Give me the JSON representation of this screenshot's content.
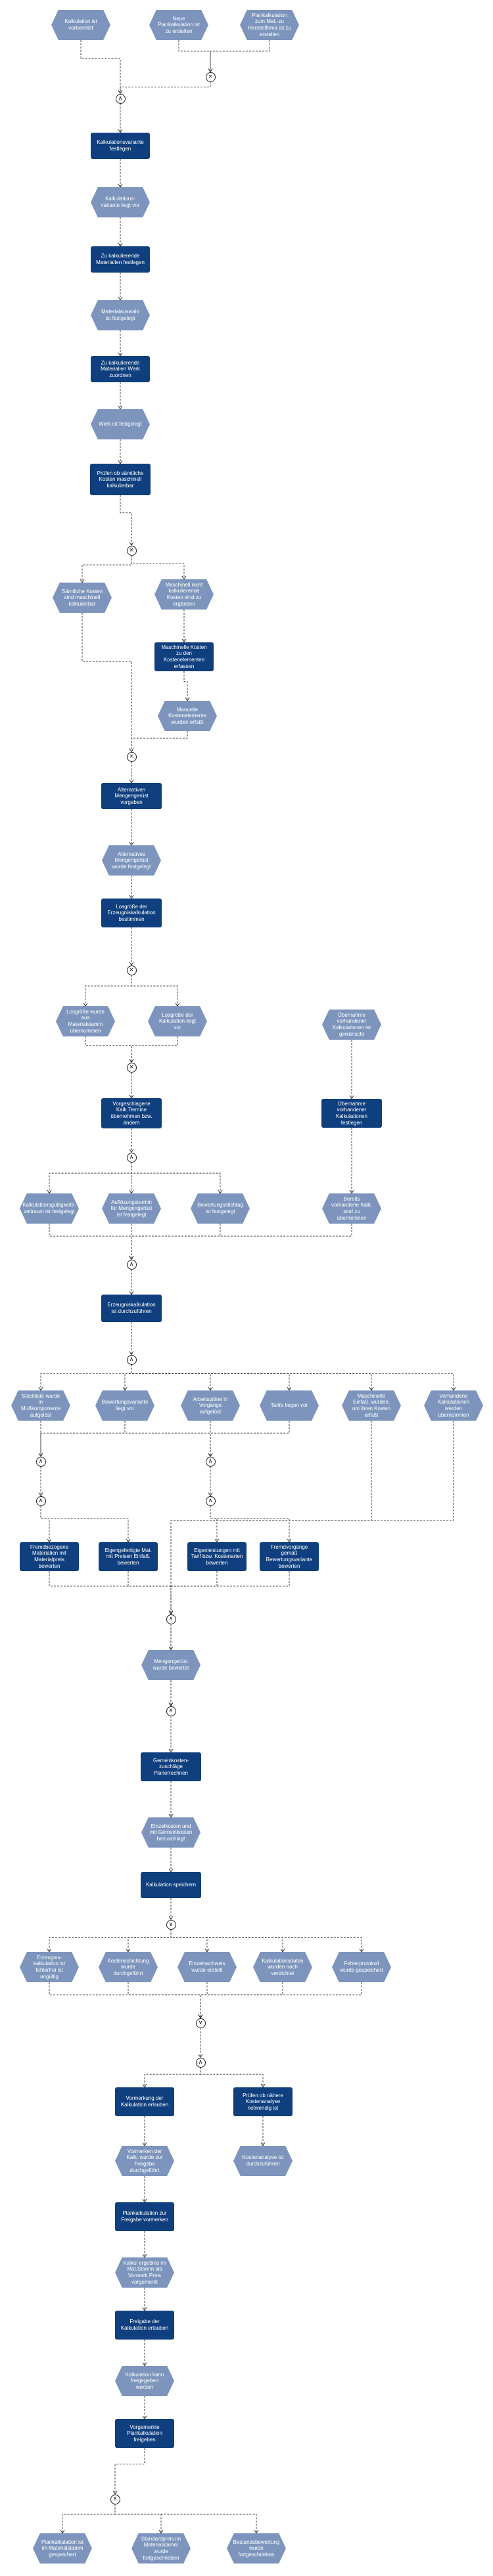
{
  "nodes": [
    {
      "id": "e1",
      "type": "event",
      "text": "Kalkulation ist vorbereitet"
    },
    {
      "id": "e2",
      "type": "event",
      "text": "Neue Plankalkulation ist zu erstellen"
    },
    {
      "id": "e3",
      "type": "event",
      "text": "Plankalkulation zum Mat.-zu Herstellfirma ist zu erstellen"
    },
    {
      "id": "c1",
      "type": "connector",
      "op": "xor",
      "symbol": "×"
    },
    {
      "id": "c2",
      "type": "connector",
      "op": "and",
      "symbol": "∧"
    },
    {
      "id": "f1",
      "type": "function",
      "text": "Kalkulationsvariante festlegen"
    },
    {
      "id": "e4",
      "type": "event",
      "text": "Kalkulations-variante liegt vor"
    },
    {
      "id": "f2",
      "type": "function",
      "text": "Zu kalkulierende Materialien festlegen"
    },
    {
      "id": "e5",
      "type": "event",
      "text": "Materialauswahl ist festgelegt"
    },
    {
      "id": "f3",
      "type": "function",
      "text": "Zu kalkulierende Materialien Werk zuordnen"
    },
    {
      "id": "e6",
      "type": "event",
      "text": "Werk ist festgelegt"
    },
    {
      "id": "f4",
      "type": "function",
      "text": "Prüfen ob sämtliche Kosten maschinell kalkulierbar"
    },
    {
      "id": "c3",
      "type": "connector",
      "op": "xor",
      "symbol": "×"
    },
    {
      "id": "e7",
      "type": "event",
      "text": "Sämtliche Kosten sind maschinell kalkulierbar"
    },
    {
      "id": "e8",
      "type": "event",
      "text": "Maschinell nicht kalkulierende Kosten sind zu ergänzen"
    },
    {
      "id": "f5",
      "type": "function",
      "text": "Maschinelle Kosten zu den Kostenelementen erfassen"
    },
    {
      "id": "e9",
      "type": "event",
      "text": "Manuelle Kostenelemente wurden erfaßt"
    },
    {
      "id": "c4",
      "type": "connector",
      "op": "xor",
      "symbol": "×"
    },
    {
      "id": "f6",
      "type": "function",
      "text": "Alternativen Mengengerüst vorgeben"
    },
    {
      "id": "e10",
      "type": "event",
      "text": "Alternatives Mengengerüst wurde festgelegt"
    },
    {
      "id": "f7",
      "type": "function",
      "text": "Losgröße der Erzeugniskalkulation bestimmen"
    },
    {
      "id": "c5",
      "type": "connector",
      "op": "xor",
      "symbol": "×"
    },
    {
      "id": "e11",
      "type": "event",
      "text": "Losgröße wurde aus Materialstamm übernommen"
    },
    {
      "id": "e12",
      "type": "event",
      "text": "Losgröße der Kalkulation liegt vor"
    },
    {
      "id": "c6",
      "type": "connector",
      "op": "xor",
      "symbol": "×"
    },
    {
      "id": "f8",
      "type": "function",
      "text": "Vorgeschlagene Kalk.Termine übernehmen bzw. ändern"
    },
    {
      "id": "e13",
      "type": "event",
      "text": "Übernahme vorhandener Kalkulationen ist gewünscht"
    },
    {
      "id": "f9",
      "type": "function",
      "text": "Übernahme vorhandener Kalkulationen festlegen"
    },
    {
      "id": "c7",
      "type": "connector",
      "op": "and",
      "symbol": "∧"
    },
    {
      "id": "e14",
      "type": "event",
      "text": "Kalkulationsgültigkeits-zeitraum ist festgelegt"
    },
    {
      "id": "e15",
      "type": "event",
      "text": "Auflösungstermin für Mengengerüst ist festgelegt"
    },
    {
      "id": "e16",
      "type": "event",
      "text": "Bewertungsstichtag ist festgelegt"
    },
    {
      "id": "e17",
      "type": "event",
      "text": "Bereits vorhandene Kalk. sind zu übernehmen"
    },
    {
      "id": "c8",
      "type": "connector",
      "op": "and",
      "symbol": "∧"
    },
    {
      "id": "f10",
      "type": "function",
      "text": "Erzeugniskalkulation ist durchzuführen"
    },
    {
      "id": "c9",
      "type": "connector",
      "op": "and",
      "symbol": "∧"
    },
    {
      "id": "e18",
      "type": "event",
      "text": "Stückliste wurde in Mußkomponente aufgelöst"
    },
    {
      "id": "e19",
      "type": "event",
      "text": "Bewertungsvariante liegt vor"
    },
    {
      "id": "e20",
      "type": "event",
      "text": "Arbeitspläne in Vorgänge aufgelöst"
    },
    {
      "id": "e21",
      "type": "event",
      "text": "Tarife liegen vor"
    },
    {
      "id": "e22",
      "type": "event",
      "text": "Maschinelle Einfaß. wurden, um ihren Kosten erfaßt"
    },
    {
      "id": "e23",
      "type": "event",
      "text": "Vorhandene Kalkulationen werden übernommen"
    },
    {
      "id": "c10",
      "type": "connector",
      "op": "and",
      "symbol": "∧"
    },
    {
      "id": "c11",
      "type": "connector",
      "op": "and",
      "symbol": "∧"
    },
    {
      "id": "c12",
      "type": "connector",
      "op": "and",
      "symbol": "∧"
    },
    {
      "id": "c13",
      "type": "connector",
      "op": "and",
      "symbol": "∧"
    },
    {
      "id": "f11",
      "type": "function",
      "text": "Fremdbezogene Materialien mit Materialpreis bewerten"
    },
    {
      "id": "f12",
      "type": "function",
      "text": "Eigengefertigte Mat. mit Preisen Einfaß. bewerten"
    },
    {
      "id": "f13",
      "type": "function",
      "text": "Eigenleistungen mit Tarif bzw. Kostenarten bewerten"
    },
    {
      "id": "f14",
      "type": "function",
      "text": "Fremdvorgänge gemäß Bewertungsvariante bewerten"
    },
    {
      "id": "c14",
      "type": "connector",
      "op": "and",
      "symbol": "∧"
    },
    {
      "id": "e24",
      "type": "event",
      "text": "Mengengerüst wurde bewertet"
    },
    {
      "id": "c15",
      "type": "connector",
      "op": "and",
      "symbol": "∧"
    },
    {
      "id": "f15",
      "type": "function",
      "text": "Gemeinkosten-zuschläge Planerrechnen"
    },
    {
      "id": "e25",
      "type": "event",
      "text": "Einzelkosten und mit Gemeinkosten bezuschlagt"
    },
    {
      "id": "f16",
      "type": "function",
      "text": "Kalkulation speichern"
    },
    {
      "id": "c16",
      "type": "connector",
      "op": "or",
      "symbol": "∨"
    },
    {
      "id": "e26",
      "type": "event",
      "text": "Erzeugnis-kalkulation ist fehlerfrei ist ungültig"
    },
    {
      "id": "e27",
      "type": "event",
      "text": "Kostenschichtung wurde durchgeführt"
    },
    {
      "id": "e28",
      "type": "event",
      "text": "Einzelnachweis wurde erstellt"
    },
    {
      "id": "e29",
      "type": "event",
      "text": "Kalkulationsdaten wurden nach verdichtet"
    },
    {
      "id": "e30",
      "type": "event",
      "text": "Fehlerprotokoll wurde gespeichert"
    },
    {
      "id": "c17",
      "type": "connector",
      "op": "or",
      "symbol": "∨"
    },
    {
      "id": "c18",
      "type": "connector",
      "op": "and",
      "symbol": "∧"
    },
    {
      "id": "f17",
      "type": "function",
      "text": "Vormerkung der Kalkulation erlauben"
    },
    {
      "id": "f18",
      "type": "function",
      "text": "Prüfen ob nähere Kostenanalyse notwendig ist"
    },
    {
      "id": "e31",
      "type": "event",
      "text": "Vormerken der Kalk. wurde zur Freigabe durchgeführt"
    },
    {
      "id": "e32",
      "type": "event",
      "text": "Kostenanalyse ist durchzuführen"
    },
    {
      "id": "f19",
      "type": "function",
      "text": "Plankalkulation zur Freigabe vormerken"
    },
    {
      "id": "e33",
      "type": "event",
      "text": "Kalkül ergebnis im Mat.Stamm als Vormerk Preis vorgemerkt"
    },
    {
      "id": "f20",
      "type": "function",
      "text": "Freigabe der Kalkulation erlauben"
    },
    {
      "id": "e34",
      "type": "event",
      "text": "Kalkulation kann freigegeben werden"
    },
    {
      "id": "f21",
      "type": "function",
      "text": "Vorgemerkte Plankalkulation freigeben"
    },
    {
      "id": "c19",
      "type": "connector",
      "op": "and",
      "symbol": "∧"
    },
    {
      "id": "e35",
      "type": "event",
      "text": "Plankalkulation ist im Materialstamm gespeichert"
    },
    {
      "id": "e36",
      "type": "event",
      "text": "Standardpreis im Materialstamm wurde fortgeschrieben"
    },
    {
      "id": "e37",
      "type": "event",
      "text": "Bestandsbewertung wurde fortgeschrieben"
    }
  ],
  "edges": [
    [
      "e1",
      "c2"
    ],
    [
      "e2",
      "c1"
    ],
    [
      "e3",
      "c1"
    ],
    [
      "c1",
      "c2"
    ],
    [
      "c2",
      "f1"
    ],
    [
      "f1",
      "e4"
    ],
    [
      "e4",
      "f2"
    ],
    [
      "f2",
      "e5"
    ],
    [
      "e5",
      "f3"
    ],
    [
      "f3",
      "e6"
    ],
    [
      "e6",
      "f4"
    ],
    [
      "f4",
      "c3"
    ],
    [
      "c3",
      "e7"
    ],
    [
      "c3",
      "e8"
    ],
    [
      "e8",
      "f5"
    ],
    [
      "f5",
      "e9"
    ],
    [
      "e7",
      "c4"
    ],
    [
      "e9",
      "c4"
    ],
    [
      "c4",
      "f6"
    ],
    [
      "f6",
      "e10"
    ],
    [
      "e10",
      "f7"
    ],
    [
      "f7",
      "c5"
    ],
    [
      "c5",
      "e11"
    ],
    [
      "c5",
      "e12"
    ],
    [
      "e11",
      "c6"
    ],
    [
      "e12",
      "c6"
    ],
    [
      "c6",
      "f8"
    ],
    [
      "f8",
      "c7"
    ],
    [
      "c7",
      "e14"
    ],
    [
      "c7",
      "e15"
    ],
    [
      "c7",
      "e16"
    ],
    [
      "e13",
      "f9"
    ],
    [
      "f9",
      "e17"
    ],
    [
      "e14",
      "c8"
    ],
    [
      "e15",
      "c8"
    ],
    [
      "e16",
      "c8"
    ],
    [
      "e17",
      "c8"
    ],
    [
      "c8",
      "f10"
    ],
    [
      "f10",
      "c9"
    ],
    [
      "c9",
      "e18"
    ],
    [
      "c9",
      "e19"
    ],
    [
      "c9",
      "e20"
    ],
    [
      "c9",
      "e21"
    ],
    [
      "c9",
      "e22"
    ],
    [
      "c9",
      "e23"
    ],
    [
      "e18",
      "c10"
    ],
    [
      "e19",
      "c10"
    ],
    [
      "e19",
      "c11"
    ],
    [
      "e20",
      "c11"
    ],
    [
      "e21",
      "c11"
    ],
    [
      "c10",
      "c12"
    ],
    [
      "c11",
      "c13"
    ],
    [
      "c12",
      "f11"
    ],
    [
      "c12",
      "f12"
    ],
    [
      "c13",
      "f13"
    ],
    [
      "c13",
      "f14"
    ],
    [
      "f11",
      "c14"
    ],
    [
      "f12",
      "c14"
    ],
    [
      "f13",
      "c14"
    ],
    [
      "f14",
      "c14"
    ],
    [
      "c14",
      "e24"
    ],
    [
      "e24",
      "c15"
    ],
    [
      "e22",
      "c15"
    ],
    [
      "e23",
      "c15"
    ],
    [
      "c15",
      "f15"
    ],
    [
      "f15",
      "e25"
    ],
    [
      "e25",
      "f16"
    ],
    [
      "f16",
      "c16"
    ],
    [
      "c16",
      "e26"
    ],
    [
      "c16",
      "e27"
    ],
    [
      "c16",
      "e28"
    ],
    [
      "c16",
      "e29"
    ],
    [
      "c16",
      "e30"
    ],
    [
      "e26",
      "c17"
    ],
    [
      "e27",
      "c17"
    ],
    [
      "e28",
      "c17"
    ],
    [
      "e29",
      "c17"
    ],
    [
      "e30",
      "c17"
    ],
    [
      "c17",
      "c18"
    ],
    [
      "c18",
      "f17"
    ],
    [
      "c18",
      "f18"
    ],
    [
      "f17",
      "e31"
    ],
    [
      "f18",
      "e32"
    ],
    [
      "e31",
      "f19"
    ],
    [
      "f19",
      "e33"
    ],
    [
      "e33",
      "f20"
    ],
    [
      "f20",
      "e34"
    ],
    [
      "e34",
      "f21"
    ],
    [
      "f21",
      "c19"
    ],
    [
      "c19",
      "e35"
    ],
    [
      "c19",
      "e36"
    ],
    [
      "c19",
      "e37"
    ]
  ],
  "colors": {
    "event": "#7d95bd",
    "function": "#0f3f7e",
    "connector_border": "#222222",
    "edge": "#333333"
  }
}
